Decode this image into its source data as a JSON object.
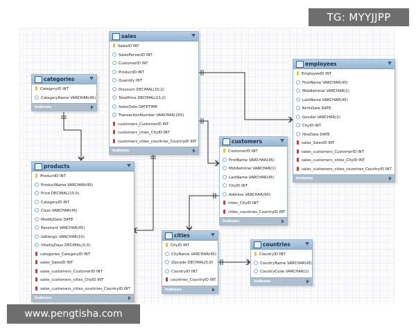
{
  "badge": "TG: MYYJJPP",
  "watermark": "www.pengtisha.com",
  "indexes_label": "Indexes",
  "tables": {
    "categories": {
      "name": "categories",
      "columns": [
        {
          "kind": "key",
          "text": "CategoryID INT"
        },
        {
          "kind": "col",
          "text": "CategoryName VARCHAR(45)"
        }
      ]
    },
    "sales": {
      "name": "sales",
      "columns": [
        {
          "kind": "key",
          "text": "SalesID INT"
        },
        {
          "kind": "col",
          "text": "SalesPersonID INT"
        },
        {
          "kind": "col",
          "text": "CustomerID INT"
        },
        {
          "kind": "col",
          "text": "ProductID INT"
        },
        {
          "kind": "col",
          "text": "Quantity INT"
        },
        {
          "kind": "col",
          "text": "Discount DECIMAL(10,2)"
        },
        {
          "kind": "col",
          "text": "TotalPrice DECIMAL(10,2)"
        },
        {
          "kind": "col",
          "text": "SalesDate DATETIME"
        },
        {
          "kind": "col",
          "text": "TransactionNumber VARCHAR(255)"
        },
        {
          "kind": "fk",
          "text": "customers_CustomerID INT"
        },
        {
          "kind": "fk",
          "text": "customers_cities_CityID INT"
        },
        {
          "kind": "fk",
          "text": "customers_cities_countries_CountryID INT"
        }
      ]
    },
    "employees": {
      "name": "employees",
      "columns": [
        {
          "kind": "key",
          "text": "EmployeeID INT"
        },
        {
          "kind": "col",
          "text": "FirstName VARCHAR(45)"
        },
        {
          "kind": "col",
          "text": "MiddleInitial VARCHAR(1)"
        },
        {
          "kind": "col",
          "text": "LastName VARCHAR(45)"
        },
        {
          "kind": "col",
          "text": "BirthDate DATE"
        },
        {
          "kind": "col",
          "text": "Gender VARCHAR(1)"
        },
        {
          "kind": "col",
          "text": "CityID INT"
        },
        {
          "kind": "col",
          "text": "HireDate DATE"
        },
        {
          "kind": "fk",
          "text": "sales_SalesID INT"
        },
        {
          "kind": "fk",
          "text": "sales_customers_CustomerID INT"
        },
        {
          "kind": "fk",
          "text": "sales_customers_cities_CityID INT"
        },
        {
          "kind": "fk",
          "text": "sales_customers_cities_countries_CountryID INT"
        }
      ]
    },
    "customers": {
      "name": "customers",
      "columns": [
        {
          "kind": "key",
          "text": "CustomerID INT"
        },
        {
          "kind": "col",
          "text": "FirstName VARCHAR(45)"
        },
        {
          "kind": "col",
          "text": "MiddleInitial VARCHAR(1)"
        },
        {
          "kind": "col",
          "text": "LastName VARCHAR(45)"
        },
        {
          "kind": "col",
          "text": "CityID INT"
        },
        {
          "kind": "col",
          "text": "Address VARCHAR(90)"
        },
        {
          "kind": "fk",
          "text": "cities_CityID INT"
        },
        {
          "kind": "fk",
          "text": "cities_countries_CountryID INT"
        }
      ]
    },
    "products": {
      "name": "products",
      "columns": [
        {
          "kind": "key",
          "text": "ProductID INT"
        },
        {
          "kind": "col",
          "text": "ProductName VARCHAR(45)"
        },
        {
          "kind": "col",
          "text": "Price DECIMAL(10,0)"
        },
        {
          "kind": "col",
          "text": "CategoryID INT"
        },
        {
          "kind": "col",
          "text": "Class VARCHAR(45)"
        },
        {
          "kind": "col",
          "text": "ModifyDate DATE"
        },
        {
          "kind": "col",
          "text": "Resistant VARCHAR(45)"
        },
        {
          "kind": "col",
          "text": "IsAllergic VARCHAR(10)"
        },
        {
          "kind": "col",
          "text": "VitalityDays DECIMAL(3,0)"
        },
        {
          "kind": "fk",
          "text": "categories_CategoryID INT"
        },
        {
          "kind": "fk",
          "text": "sales_SalesID INT"
        },
        {
          "kind": "fk",
          "text": "sales_customers_CustomerID INT"
        },
        {
          "kind": "fk",
          "text": "sales_customers_cities_CityID INT"
        },
        {
          "kind": "fk",
          "text": "sales_customers_cities_countries_CountryID INT"
        }
      ]
    },
    "cities": {
      "name": "cities",
      "columns": [
        {
          "kind": "key",
          "text": "CityID INT"
        },
        {
          "kind": "col",
          "text": "CityName VARCHAR(45)"
        },
        {
          "kind": "col",
          "text": "Zipcode DECIMAL(5,0)"
        },
        {
          "kind": "col",
          "text": "CountryID INT"
        },
        {
          "kind": "fk",
          "text": "countries_CountryID INT"
        }
      ]
    },
    "countries": {
      "name": "countries",
      "columns": [
        {
          "kind": "key",
          "text": "CountryID INT"
        },
        {
          "kind": "col",
          "text": "CountryName VARCHAR(45)"
        },
        {
          "kind": "col",
          "text": "CountryCode VARCHAR(2)"
        }
      ]
    }
  }
}
